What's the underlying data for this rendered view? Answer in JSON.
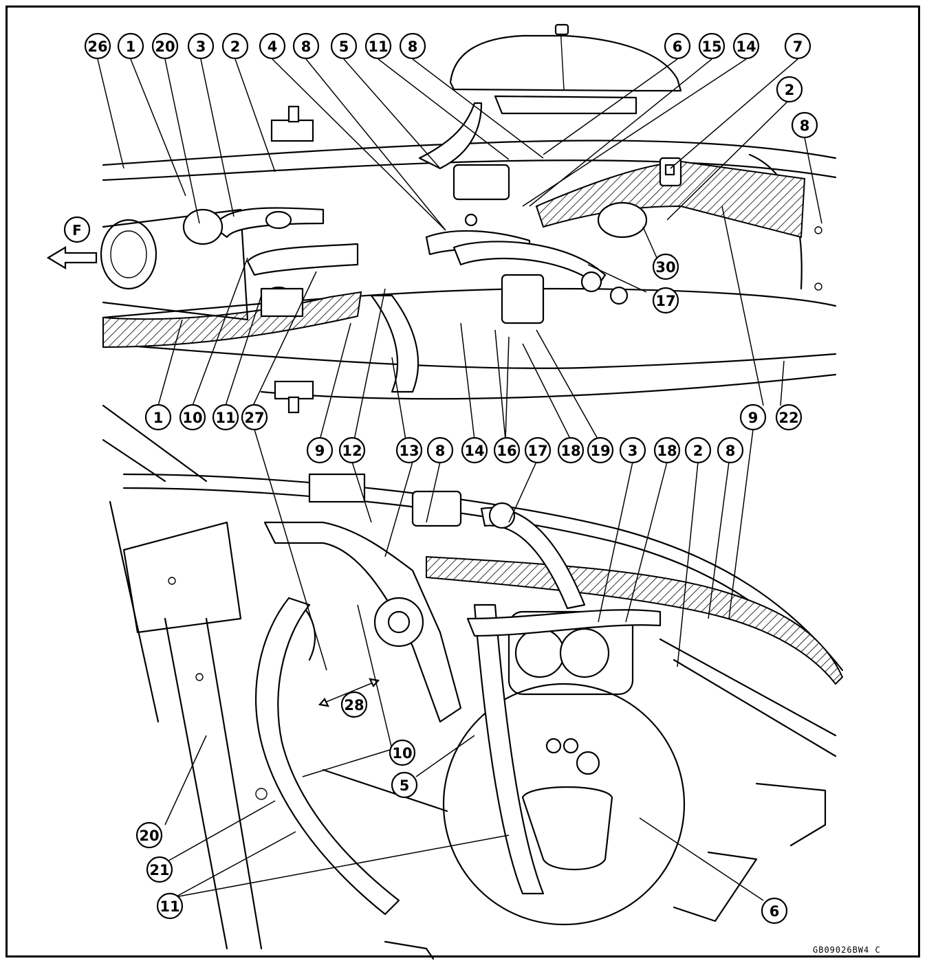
{
  "figure": {
    "code": "GB09026BW4 C",
    "direction_label": "F"
  },
  "callouts": [
    "26",
    "1",
    "20",
    "3",
    "2",
    "4",
    "8",
    "5",
    "11",
    "8",
    "6",
    "15",
    "14",
    "7",
    "2",
    "8",
    "30",
    "17",
    "1",
    "10",
    "11",
    "27",
    "9",
    "22",
    "9",
    "12",
    "13",
    "8",
    "14",
    "16",
    "17",
    "18",
    "19",
    "3",
    "18",
    "2",
    "8",
    "28",
    "10",
    "5",
    "20",
    "21",
    "11",
    "6"
  ]
}
